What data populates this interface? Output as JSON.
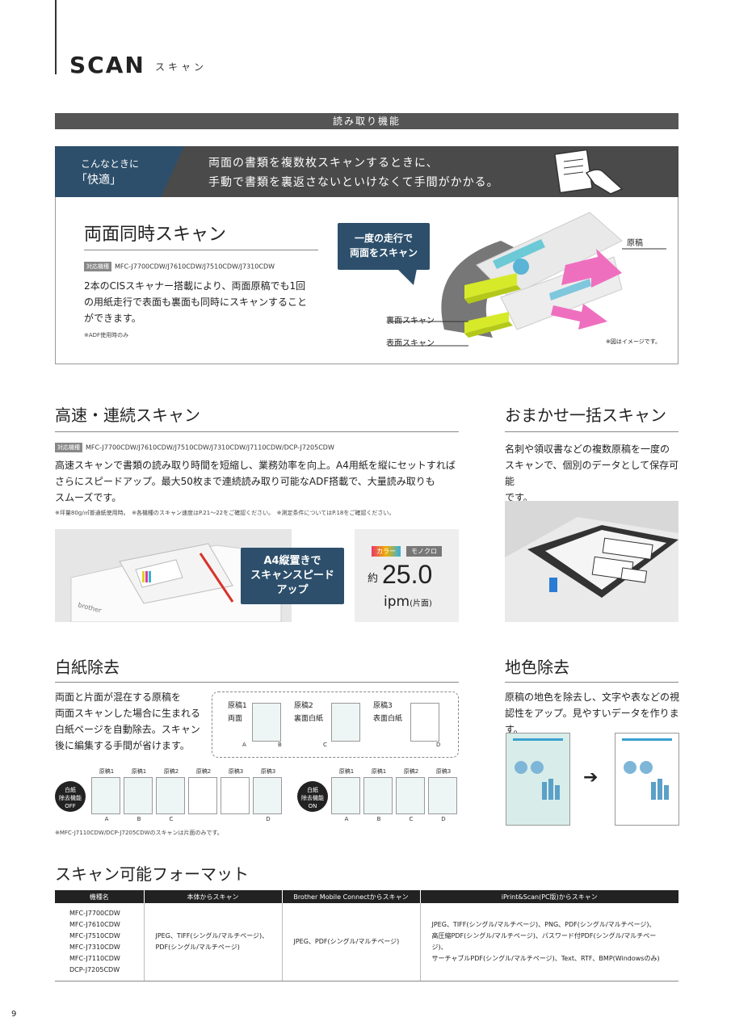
{
  "header": {
    "title": "SCAN",
    "subtitle": "スキャン"
  },
  "section_bar": "読み取り機能",
  "duplex": {
    "konna1": "こんなときに",
    "konna2": "「快適」",
    "problem1": "両面の書類を複数枚スキャンするときに、",
    "problem2": "手動で書類を裏返さないといけなくて手間がかかる。",
    "title": "両面同時スキャン",
    "tag": "対応機種",
    "models": "MFC-J7700CDW/J7610CDW/J7510CDW/J7310CDW",
    "desc1": "2本のCISスキャナー搭載により、両面原稿でも1回",
    "desc2": "の用紙走行で表面も裏面も同時にスキャンすること",
    "desc3": "ができます。",
    "note": "※ADF使用時のみ",
    "callout1": "一度の走行で",
    "callout2": "両面をスキャン",
    "label_genkou": "原稿",
    "label_ura": "裏面スキャン",
    "label_omote": "表面スキャン",
    "image_note": "※図はイメージです。"
  },
  "highspeed": {
    "title": "高速・連続スキャン",
    "tag": "対応機種",
    "models": "MFC-J7700CDW/J7610CDW/J7510CDW/J7310CDW/J7110CDW/DCP-J7205CDW",
    "desc1": "高速スキャンで書類の読み取り時間を短縮し、業務効率を向上。A4用紙を縦にセットすれば",
    "desc2": "さらにスピードアップ。最大50枚まで連続読み取り可能なADF搭載で、大量読み取りも",
    "desc3": "スムーズです。",
    "note": "※坪量80g/㎡普通紙使用時。　※各機種のスキャン速度はP.21～22をご確認ください。　※測定条件についてはP.18をご確認ください。",
    "callout1": "A4縦置きで",
    "callout2": "スキャンスピード",
    "callout3": "アップ",
    "color_pill": "カラー",
    "mono_pill": "モノクロ",
    "approx": "約",
    "speed": "25.0",
    "unit": "ipm",
    "unit_note": "(片面)",
    "brand": "brother"
  },
  "omakase": {
    "title": "おまかせ一括スキャン",
    "desc1": "名刺や領収書などの複数原稿を一度の",
    "desc2": "スキャンで、個別のデータとして保存可能",
    "desc3": "です。"
  },
  "blank": {
    "title": "白紙除去",
    "desc1": "両面と片面が混在する原稿を",
    "desc2": "両面スキャンした場合に生まれる",
    "desc3": "白紙ページを自動除去。スキャン",
    "desc4": "後に編集する手間が省けます。",
    "docs": [
      {
        "name": "原稿1",
        "kind": "両面",
        "letters": [
          "A",
          "B"
        ]
      },
      {
        "name": "原稿2",
        "kind": "裏面白紙",
        "letters": [
          "C"
        ]
      },
      {
        "name": "原稿3",
        "kind": "表面白紙",
        "letters": [
          "D"
        ]
      }
    ],
    "off_badge": [
      "白紙",
      "除去機能",
      "OFF"
    ],
    "on_badge": [
      "白紙",
      "除去機能",
      "ON"
    ],
    "off_pages": [
      {
        "name": "原稿1",
        "letter": "A"
      },
      {
        "name": "原稿1",
        "letter": "B"
      },
      {
        "name": "原稿2",
        "letter": "C"
      },
      {
        "name": "原稿2",
        "letter": ""
      },
      {
        "name": "原稿3",
        "letter": ""
      },
      {
        "name": "原稿3",
        "letter": "D"
      }
    ],
    "on_pages": [
      {
        "name": "原稿1",
        "letter": "A"
      },
      {
        "name": "原稿1",
        "letter": "B"
      },
      {
        "name": "原稿2",
        "letter": "C"
      },
      {
        "name": "原稿3",
        "letter": "D"
      }
    ],
    "note": "※MFC-J7110CDW/DCP-J7205CDWのスキャンは片面のみです。"
  },
  "background": {
    "title": "地色除去",
    "desc1": "原稿の地色を除去し、文字や表などの視",
    "desc2": "認性をアップ。見やすいデータを作ります。",
    "arrow": "➔"
  },
  "formats": {
    "title": "スキャン可能フォーマット",
    "headers": [
      "機種名",
      "本体からスキャン",
      "Brother Mobile Connectからスキャン",
      "iPrint&Scan(PC版)からスキャン"
    ],
    "models": [
      "MFC-J7700CDW",
      "MFC-J7610CDW",
      "MFC-J7510CDW",
      "MFC-J7310CDW",
      "MFC-J7110CDW",
      "DCP-J7205CDW"
    ],
    "device1": "JPEG、TIFF(シングル/マルチページ)、",
    "device2": "PDF(シングル/マルチページ)",
    "mobile": "JPEG、PDF(シングル/マルチページ)",
    "pc1": "JPEG、TIFF(シングル/マルチページ)、PNG、PDF(シングル/マルチページ)、",
    "pc2": "高圧縮PDF(シングル/マルチページ)、パスワード付PDF(シングル/マルチページ)、",
    "pc3": "サーチャブルPDF(シングル/マルチページ)、Text、RTF、BMP(Windowsのみ)"
  },
  "page_number": "9"
}
